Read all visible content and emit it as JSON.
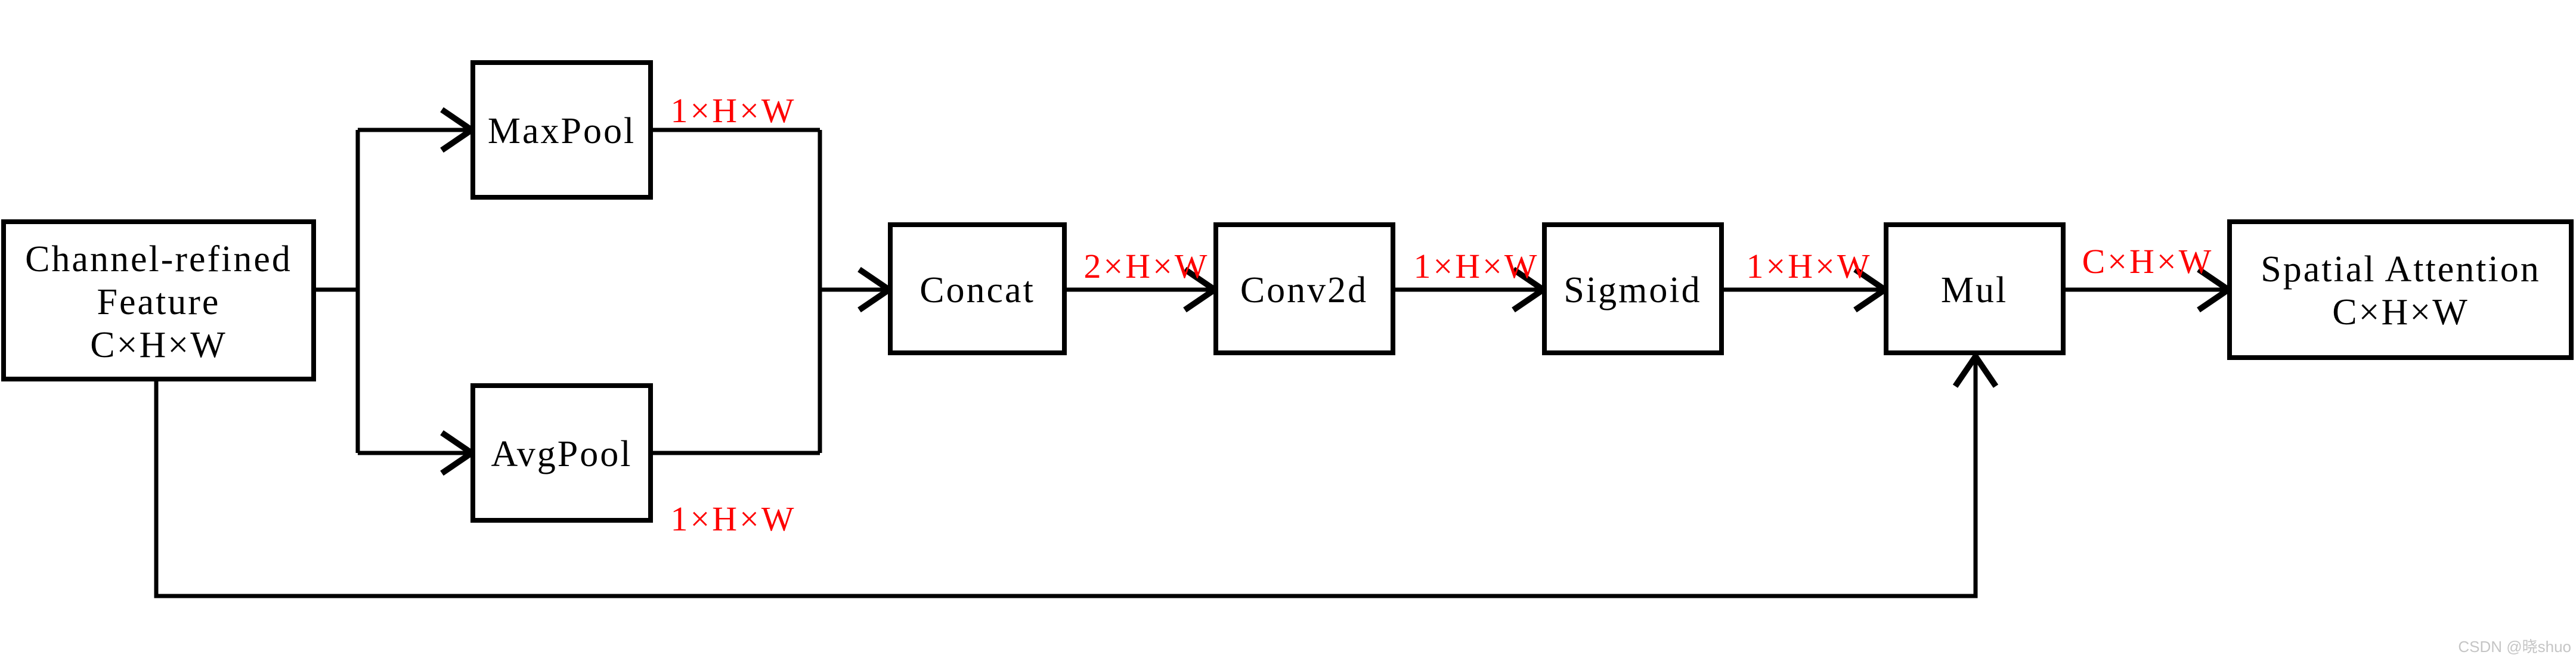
{
  "diagram": {
    "title_semantic": "Spatial attention module flow diagram",
    "nodes": {
      "channel_refined": {
        "lines": [
          "Channel-refined",
          "Feature",
          "C×H×W"
        ]
      },
      "maxpool": {
        "label": "MaxPool"
      },
      "avgpool": {
        "label": "AvgPool"
      },
      "concat": {
        "label": "Concat"
      },
      "conv2d": {
        "label": "Conv2d"
      },
      "sigmoid": {
        "label": "Sigmoid"
      },
      "mul": {
        "label": "Mul"
      },
      "spatial_attention": {
        "lines": [
          "Spatial Attention",
          "C×H×W"
        ]
      }
    },
    "edge_labels": {
      "maxpool_out": "1×H×W",
      "avgpool_out": "1×H×W",
      "concat_out": "2×H×W",
      "conv2d_out": "1×H×W",
      "sigmoid_out": "1×H×W",
      "mul_out": "C×H×W"
    },
    "colors": {
      "line": "#000000",
      "edge_label": "#fe0000",
      "background": "#ffffff",
      "watermark": "#c5c5c5"
    }
  },
  "watermark": {
    "text": "CSDN @晓shuo"
  }
}
